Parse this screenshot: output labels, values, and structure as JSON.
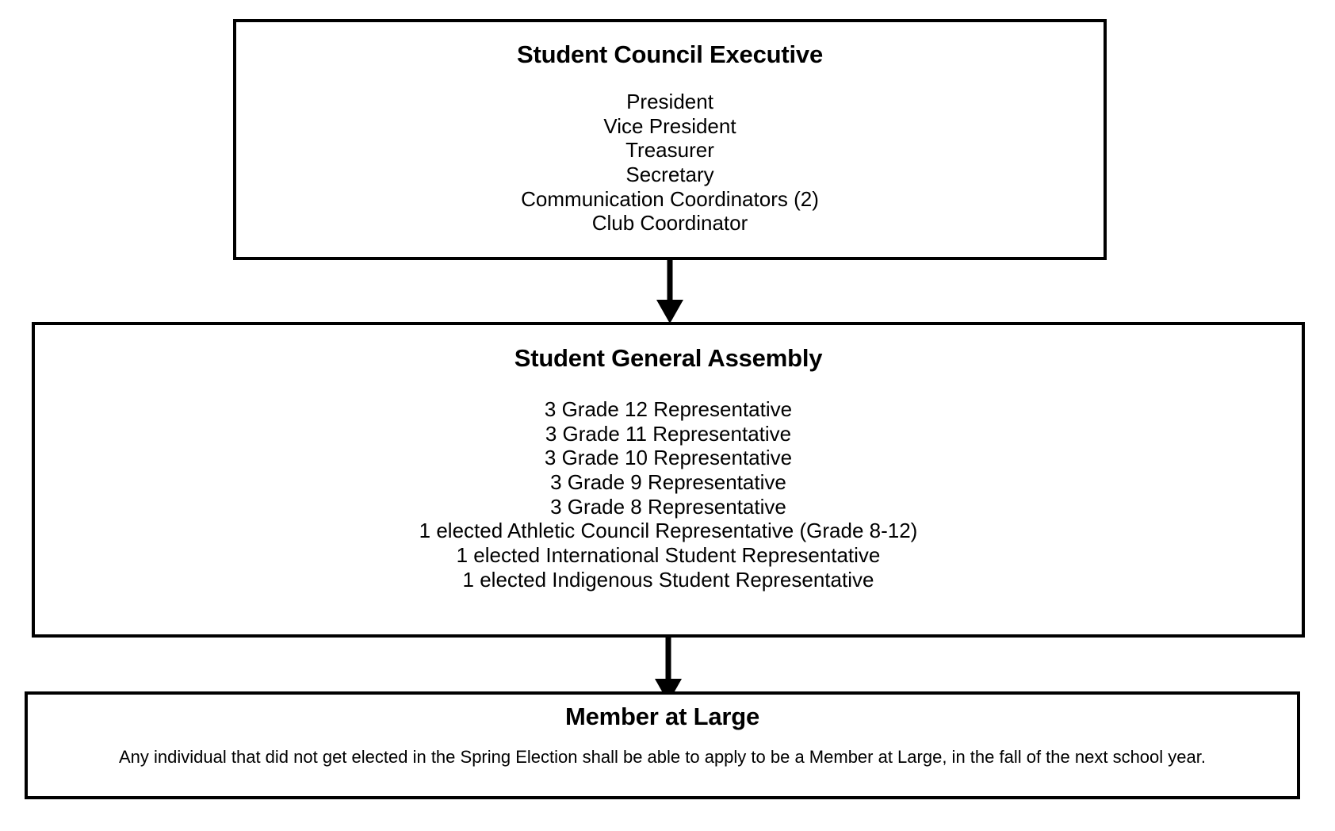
{
  "diagram": {
    "type": "flowchart",
    "orientation": "top-to-bottom",
    "nodes": [
      {
        "id": "student-council-executive",
        "title": "Student Council Executive",
        "lines": "President\nVice President\nTreasurer\nSecretary\nCommunication Coordinators (2)\nClub Coordinator"
      },
      {
        "id": "student-general-assembly",
        "title": "Student General Assembly",
        "lines": "3 Grade 12 Representative\n3 Grade 11 Representative\n3 Grade 10 Representative\n3 Grade 9 Representative\n3 Grade 8 Representative\n1 elected Athletic Council Representative (Grade 8-12)\n1 elected International Student Representative\n1 elected Indigenous Student Representative"
      },
      {
        "id": "member-at-large",
        "title": "Member at Large",
        "lines": "Any individual that did not get elected in the Spring Election shall be able to apply to be a Member at Large, in the fall of the next school year."
      }
    ],
    "connectors": [
      {
        "id": "exec-to-assembly",
        "from": "student-council-executive",
        "to": "student-general-assembly",
        "style": "solid-arrow-down"
      },
      {
        "id": "assembly-to-member",
        "from": "student-general-assembly",
        "to": "member-at-large",
        "style": "solid-arrow-down"
      }
    ],
    "colors": {
      "background": "#ffffff",
      "border": "#000000",
      "text": "#000000"
    }
  }
}
